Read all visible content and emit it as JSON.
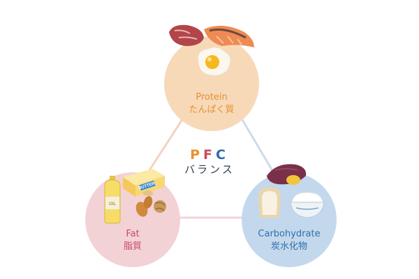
{
  "colors": {
    "protein": "#f7d9b8",
    "fat": "#f3d2d6",
    "carbohydrate": "#c3d8ec",
    "protein_text": "#e8912e",
    "fat_text": "#c94c61",
    "carbohydrate_text": "#2f6fae",
    "line_protein_fat": "#f3d3c2",
    "line_protein_carb": "#cfdaeb",
    "line_fat_carb": "#f0d6dc"
  },
  "center": {
    "title_letters": [
      "P",
      "F",
      "C"
    ],
    "title_colors": [
      "#e8912e",
      "#c94c61",
      "#2f6fae"
    ],
    "subtitle": "バランス"
  },
  "nodes": {
    "protein": {
      "label_en": "Protein",
      "label_ja": "たんぱく質",
      "icons": [
        "beef-icon",
        "salmon-icon",
        "fried-egg-icon"
      ]
    },
    "fat": {
      "label_en": "Fat",
      "label_ja": "脂質",
      "icons": [
        "oil-bottle-icon",
        "butter-icon",
        "almond-icon",
        "walnut-icon",
        "cashew-icon"
      ],
      "oil_label": "OIL",
      "butter_label": "BUTTER"
    },
    "carbohydrate": {
      "label_en": "Carbohydrate",
      "label_ja": "炭水化物",
      "icons": [
        "sweet-potato-icon",
        "bread-icon",
        "rice-bowl-icon"
      ]
    }
  }
}
